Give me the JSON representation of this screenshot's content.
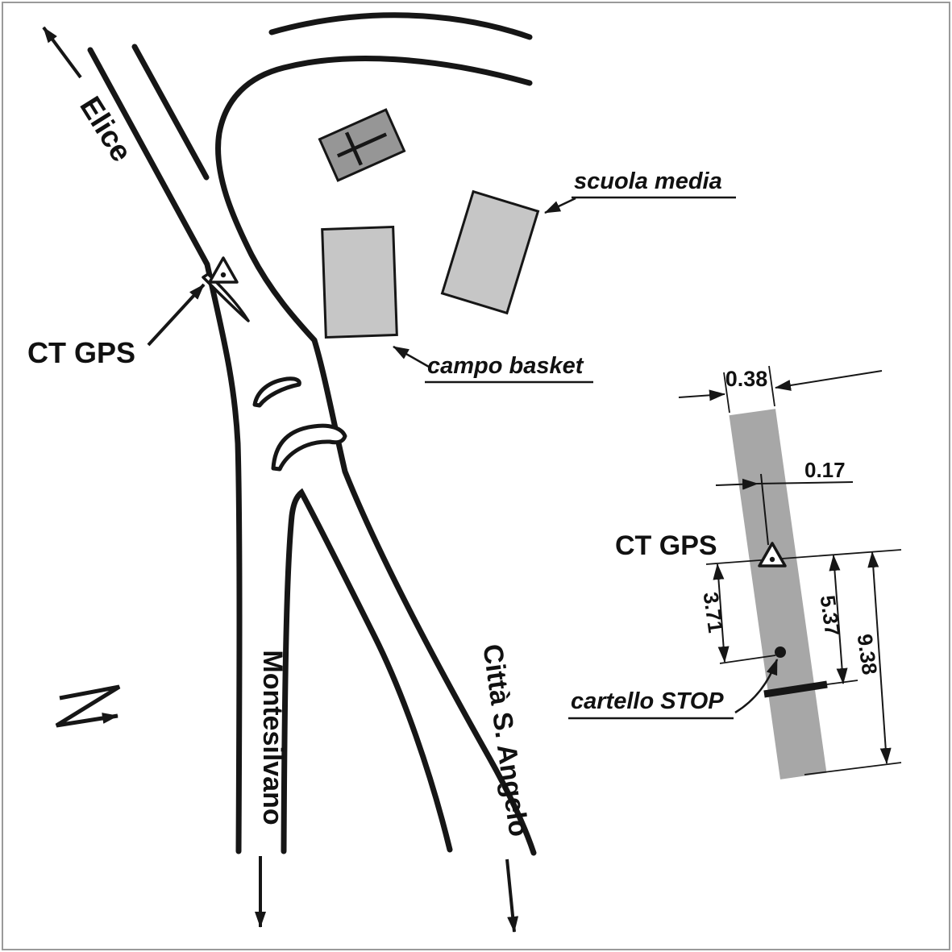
{
  "map": {
    "elice_label": "Elice",
    "montesilvano_label": "Montesilvano",
    "citta_label": "Città S. Angelo",
    "ct_gps_label": "CT GPS",
    "scuola_label": "scuola media",
    "campo_label": "campo basket"
  },
  "detail": {
    "ct_gps_label": "CT GPS",
    "cartello_label": "cartello STOP",
    "dim_width": "0.38",
    "dim_offset": "0.17",
    "dim_sign_dist": "3.71",
    "dim_bar_dist": "5.37",
    "dim_end_dist": "9.38"
  },
  "icons": {
    "north": "north-arrow-icon",
    "gps_marker": "survey-triangle-icon",
    "church": "cross-icon",
    "stop_sign_point": "stop-sign-dot-icon"
  },
  "colors": {
    "ink": "#161616",
    "building_light": "#c6c6c6",
    "building_dark": "#969696",
    "wall_gray": "#a7a7a7",
    "background": "#ffffff"
  }
}
